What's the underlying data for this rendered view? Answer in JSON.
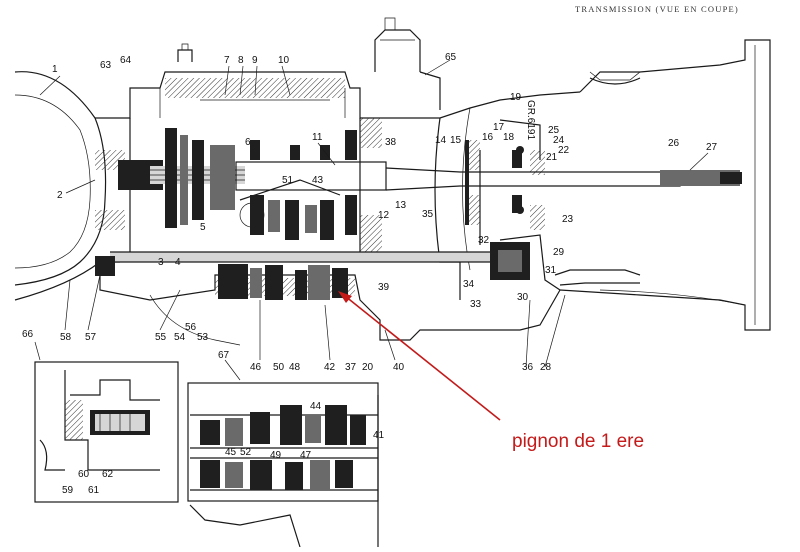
{
  "header": {
    "title": "TRANSMISSION (VUE EN COUPE)",
    "ref_code": "GR.6191"
  },
  "callout": {
    "text": "pignon de 1 ere",
    "color": "#c41a1a"
  },
  "inset_labels": {
    "left": "66",
    "right": "67"
  },
  "part_numbers": [
    "1",
    "2",
    "3",
    "4",
    "5",
    "6",
    "7",
    "8",
    "9",
    "10",
    "11",
    "12",
    "13",
    "14",
    "15",
    "16",
    "17",
    "18",
    "19",
    "20",
    "21",
    "22",
    "23",
    "24",
    "25",
    "26",
    "27",
    "28",
    "29",
    "30",
    "31",
    "32",
    "33",
    "34",
    "35",
    "36",
    "37",
    "38",
    "39",
    "40",
    "41",
    "42",
    "43",
    "44",
    "45",
    "46",
    "47",
    "48",
    "49",
    "50",
    "51",
    "52",
    "53",
    "54",
    "55",
    "56",
    "57",
    "58",
    "59",
    "60",
    "61",
    "62",
    "63",
    "64",
    "65"
  ]
}
